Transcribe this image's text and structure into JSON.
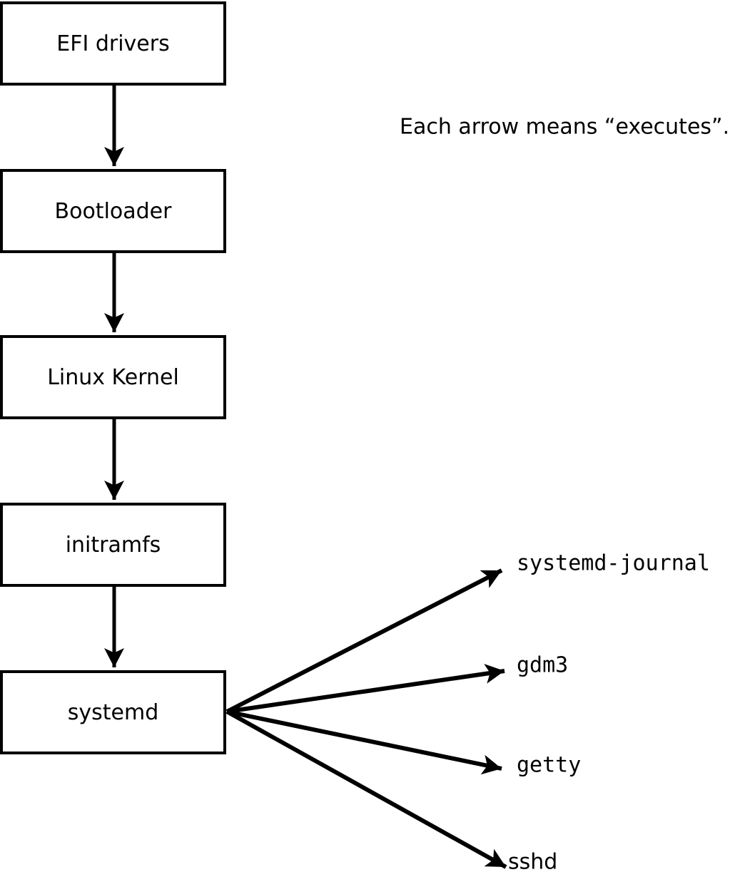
{
  "note": {
    "text": "Each arrow means “executes”."
  },
  "chain": [
    {
      "label": "EFI drivers"
    },
    {
      "label": "Bootloader"
    },
    {
      "label": "Linux Kernel"
    },
    {
      "label": "initramfs"
    },
    {
      "label": "systemd"
    }
  ],
  "spawned": [
    {
      "label": "systemd-journal"
    },
    {
      "label": "gdm3"
    },
    {
      "label": "getty"
    },
    {
      "label": "sshd"
    }
  ],
  "colors": {
    "ink": "#000000",
    "background": "#ffffff",
    "box_fill": "#ffffff"
  }
}
